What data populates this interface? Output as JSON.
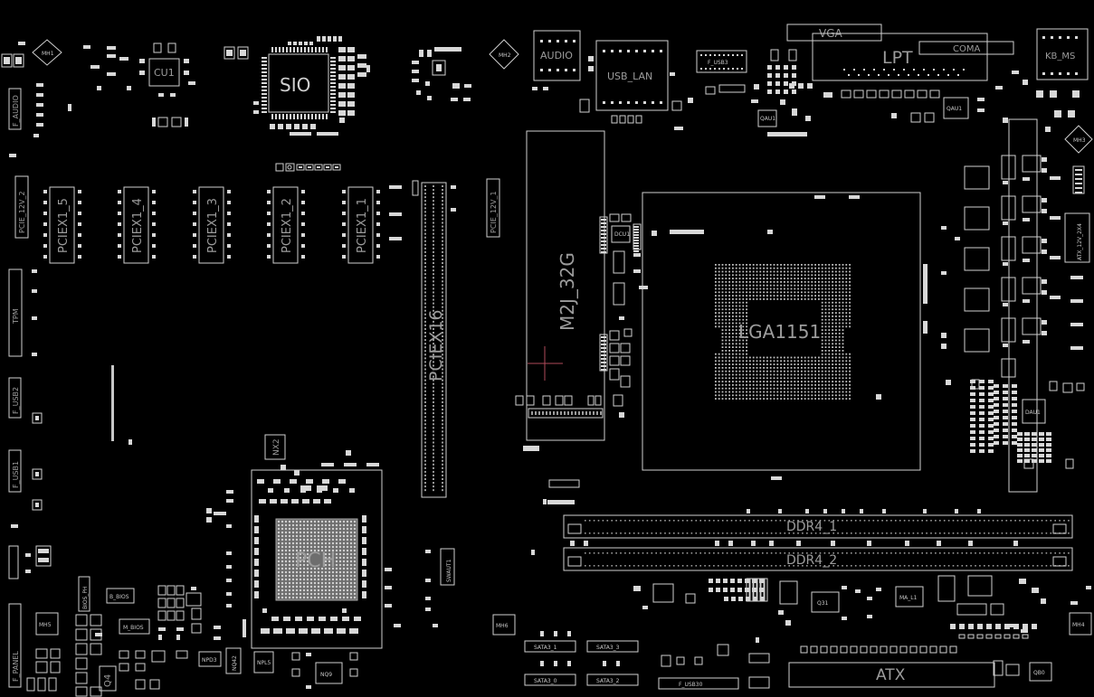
{
  "board": {
    "labels": {
      "sio": "SIO",
      "cu1": "CU1",
      "audio": "AUDIO",
      "usb_lan": "USB_LAN",
      "f_usb3": "F_USB3",
      "vga": "VGA",
      "lpt": "LPT",
      "coma": "COMA",
      "kb_ms": "KB_MS",
      "f_audio": "F_AUDIO",
      "pcie_12v_2": "PCIE_12V_2",
      "pcie_12v_1": "PCIE_12V_1",
      "pciex1_5": "PCIEX1_5",
      "pciex1_4": "PCIEX1_4",
      "pciex1_3": "PCIEX1_3",
      "pciex1_2": "PCIEX1_2",
      "pciex1_1": "PCIEX1_1",
      "pciex16": "PCIEX16",
      "m2j_32g": "M2J_32G",
      "lga1151": "LGA1151",
      "tpm": "TPM",
      "f_usb2": "F_USB2",
      "f_usb1": "F_USB1",
      "f_panel": "F_PANEL",
      "nx2": "NX2",
      "pch": "PCH",
      "ddr4_1": "DDR4_1",
      "ddr4_2": "DDR4_2",
      "bios_ph": "BIOS_PH",
      "b_bios": "B_BIOS",
      "m_bios": "M_BIOS",
      "mh5": "MH5",
      "mh6": "MH6",
      "mh4": "MH4",
      "q4": "Q4",
      "nq9": "NQ9",
      "npd3": "NPD3",
      "nq42": "NQ42",
      "npl5": "NPL5",
      "swaut1": "SWAUT1",
      "sata3_1": "SATA3_1",
      "sata3_3": "SATA3_3",
      "sata3_0": "SATA3_0",
      "sata3_2": "SATA3_2",
      "f_usb30": "F_USB30",
      "atx": "ATX",
      "q31": "Q31",
      "ma_l1": "MA_L1",
      "qb0": "QB0",
      "qau1": "QAU1",
      "dcu1": "DCU1",
      "dau1": "DAU1",
      "atx_12v_2x4": "ATX_12V_2X4"
    }
  }
}
